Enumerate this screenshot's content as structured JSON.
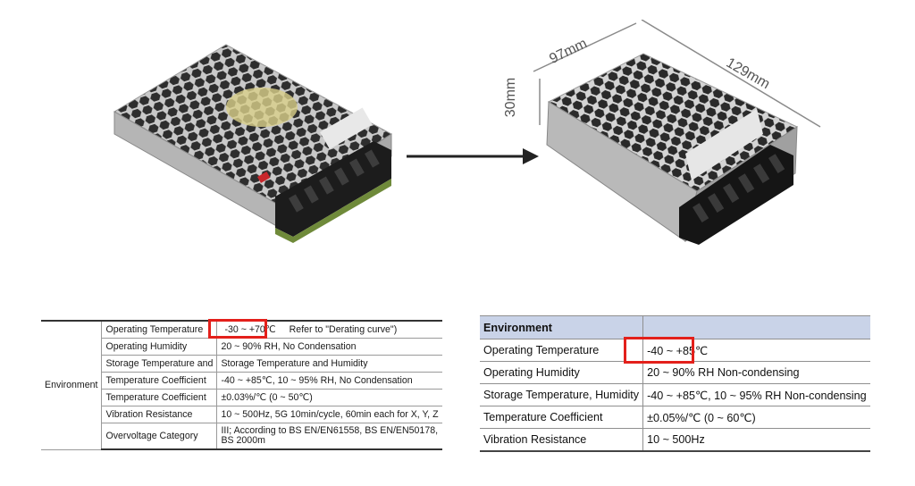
{
  "dimensions": {
    "depth": "97mm",
    "width": "129mm",
    "height": "30mm"
  },
  "left_table": {
    "group": "Environment",
    "rows": [
      {
        "param": "Operating Temperature",
        "value": "-30 ~ +70℃",
        "note": "Refer to \"Derating curve\")"
      },
      {
        "param": "Operating Humidity",
        "value": "20 ~ 90% RH, No Condensation",
        "note": ""
      },
      {
        "param": "Storage Temperature and",
        "value": "Storage Temperature and Humidity",
        "note": ""
      },
      {
        "param": "Temperature Coefficient",
        "value": "-40 ~ +85℃, 10 ~ 95% RH, No Condensation",
        "note": ""
      },
      {
        "param": "Temperature Coefficient",
        "value": "±0.03%/℃ (0 ~ 50℃)",
        "note": ""
      },
      {
        "param": "Vibration Resistance",
        "value": "10 ~ 500Hz, 5G 10min/cycle, 60min each for X, Y, Z",
        "note": ""
      },
      {
        "param": "Overvoltage Category",
        "value": "III; According to BS EN/EN61558, BS EN/EN50178, BS 2000m",
        "note": ""
      }
    ]
  },
  "right_table": {
    "header": "Environment",
    "rows": [
      {
        "param": "Operating Temperature",
        "value": "-40 ~ +85℃"
      },
      {
        "param": "Operating Humidity",
        "value": "20 ~ 90% RH Non-condensing"
      },
      {
        "param": "Storage Temperature, Humidity",
        "value": "-40 ~ +85℃, 10 ~ 95% RH Non-condensing"
      },
      {
        "param": "Temperature Coefficient",
        "value": "±0.05%/℃ (0 ~ 60℃)"
      },
      {
        "param": "Vibration Resistance",
        "value": "10 ~ 500Hz"
      }
    ]
  },
  "colors": {
    "highlight": "#e3201b",
    "header_bg": "#c9d3e8"
  }
}
